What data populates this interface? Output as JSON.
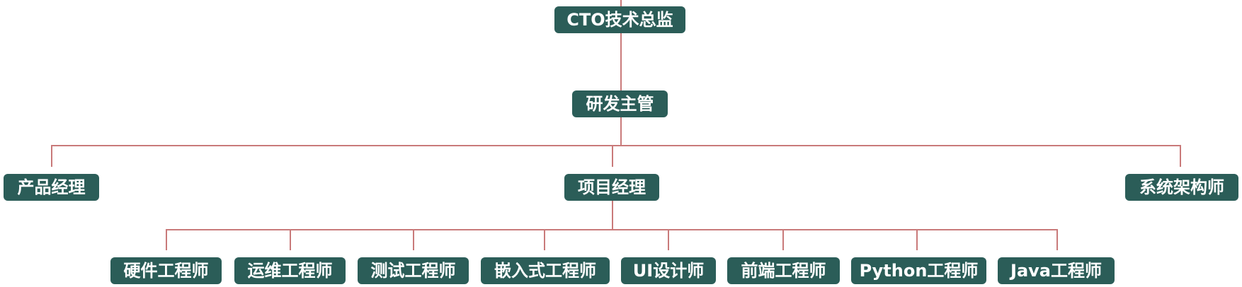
{
  "org_chart": {
    "cto": "CTO技术总监",
    "rd_manager": "研发主管",
    "managers": [
      "产品经理",
      "项目经理",
      "系统架构师"
    ],
    "engineers": [
      "硬件工程师",
      "运维工程师",
      "测试工程师",
      "嵌入式工程师",
      "UI设计师",
      "前端工程师",
      "Python工程师",
      "Java工程师"
    ]
  },
  "colors": {
    "node_fill": "#2b5d58",
    "node_text": "#ffffff",
    "connector": "#c97a7a"
  }
}
